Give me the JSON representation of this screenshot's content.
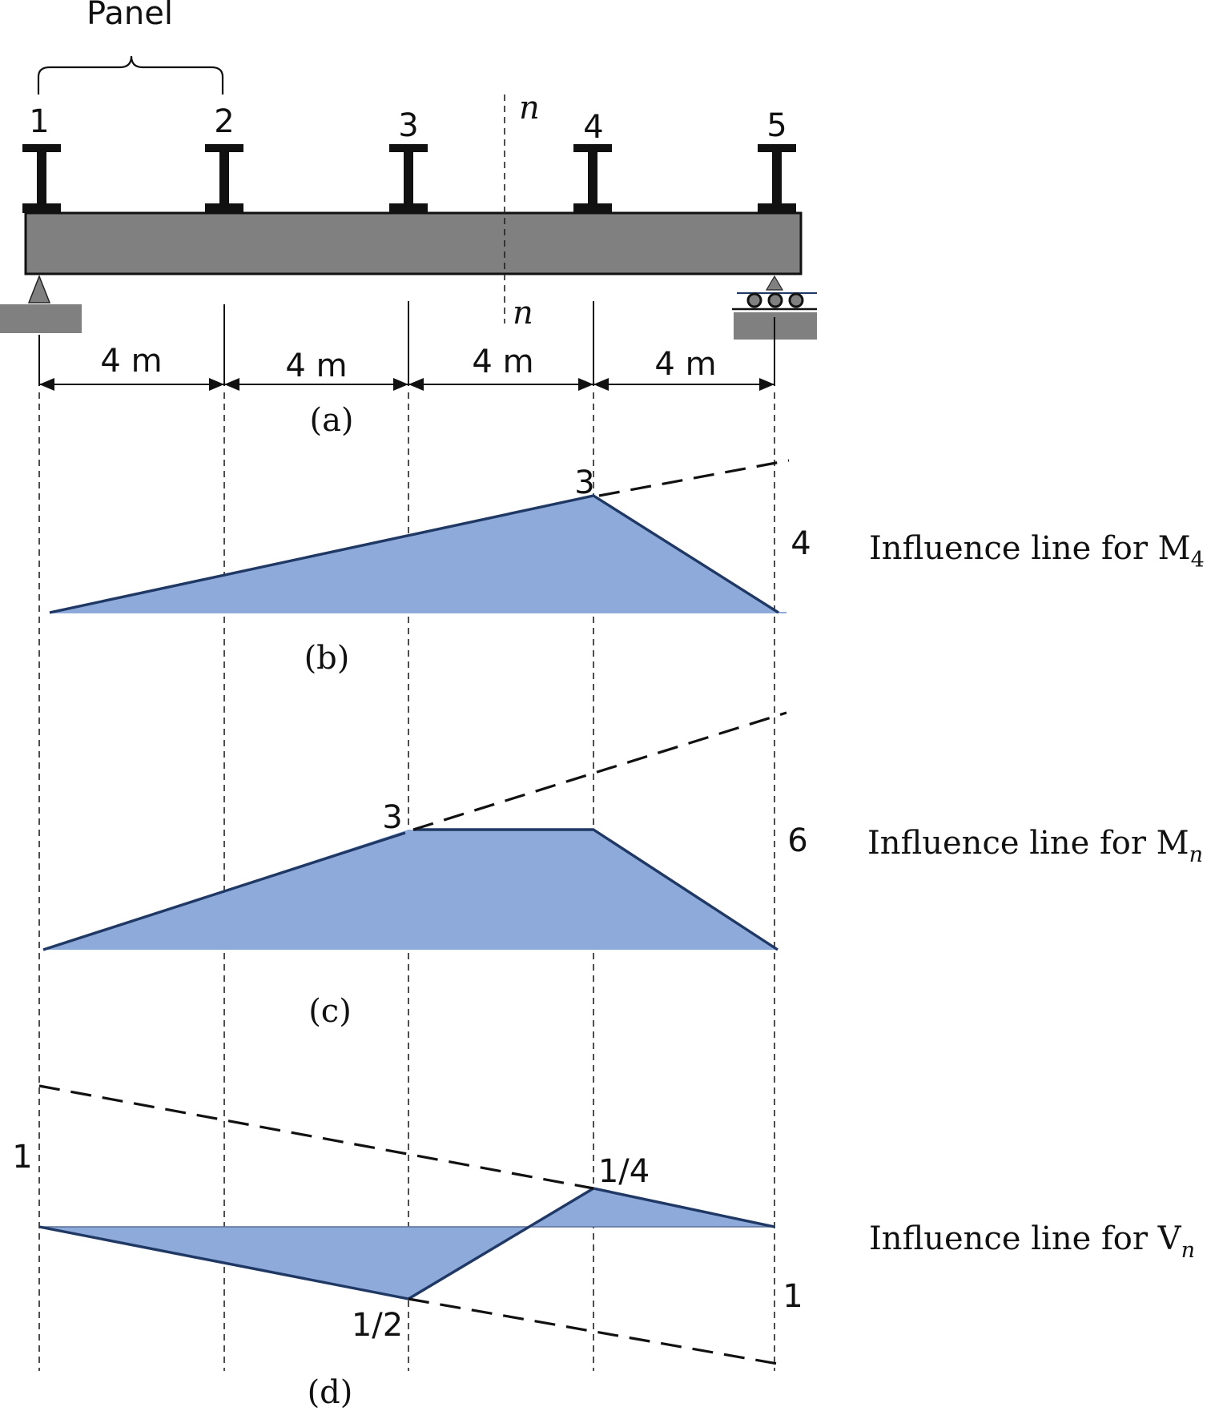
{
  "panel_label": "Panel",
  "nodes": [
    "1",
    "2",
    "3",
    "4",
    "5"
  ],
  "section_label": "n",
  "span_labels": [
    "4 m",
    "4 m",
    "4 m",
    "4 m"
  ],
  "part_labels": {
    "a": "(a)",
    "b": "(b)",
    "c": "(c)",
    "d": "(d)"
  },
  "influence_lines": {
    "m4": {
      "title": "Influence line for M",
      "subscript": "4",
      "peak_label": "3",
      "height_label": "4"
    },
    "mn": {
      "title": "Influence line for M",
      "subscript": "n",
      "peak_label": "3",
      "height_label": "6"
    },
    "vn": {
      "title": "Influence line for V",
      "subscript": "n",
      "left_label": "1",
      "right_label": "1",
      "pos_label": "1/4",
      "neg_label": "1/2"
    }
  },
  "colors": {
    "fill": "#8eaadb",
    "outline": "#1f3864",
    "beam": "#808080"
  }
}
